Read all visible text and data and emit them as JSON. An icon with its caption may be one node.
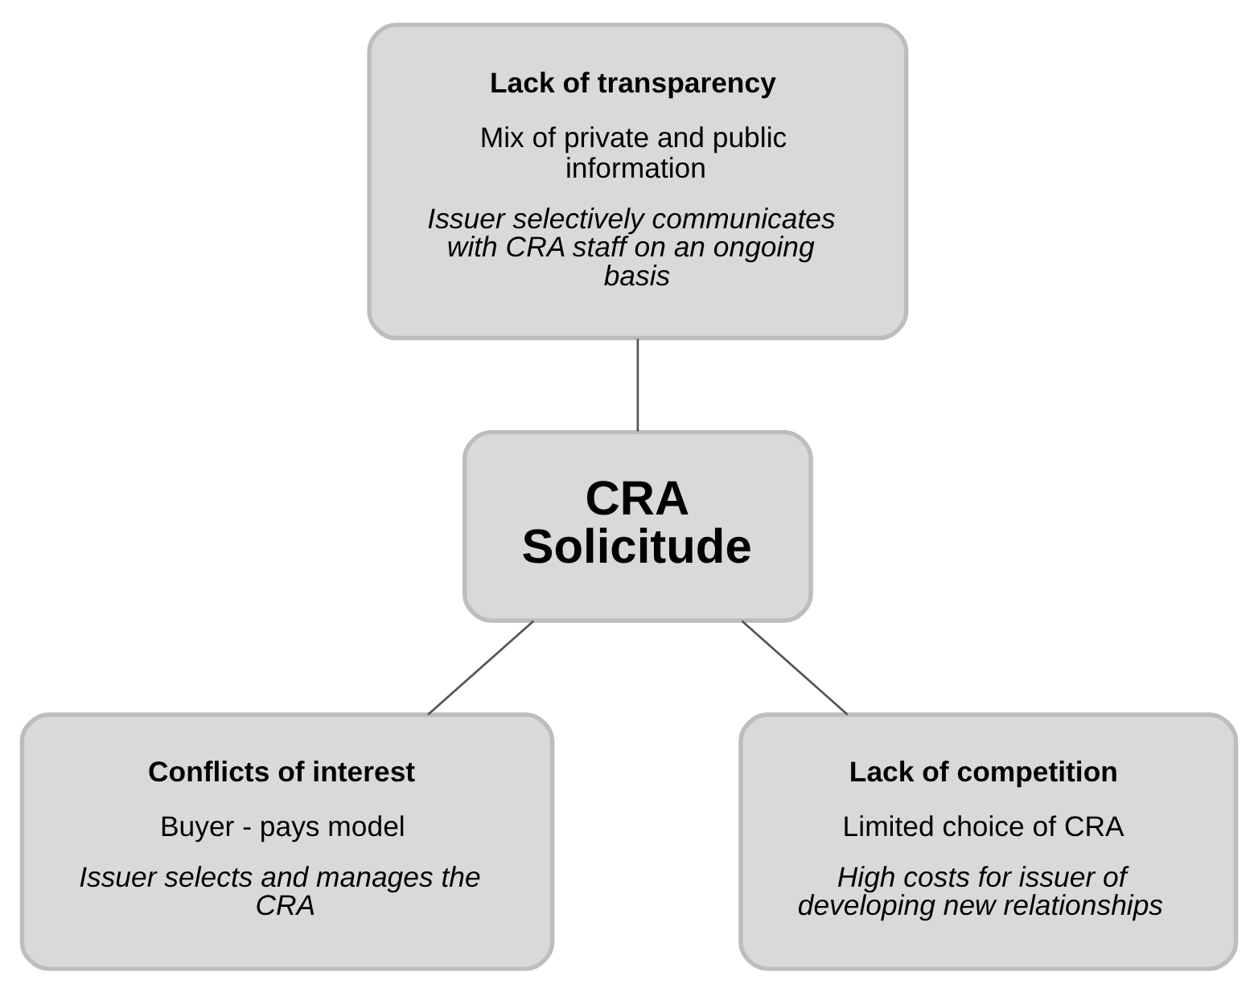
{
  "diagram": {
    "nodes": [
      {
        "text": [
          "Lack of transparency",
          "Mix of private and public information",
          "Issuer selectively communicates with CRA staff on an ongoing basis"
        ]
      },
      {
        "text": [
          "CRA Solicitude"
        ]
      },
      {
        "text": [
          "Conflicts of interest",
          "Buyer - pays model",
          "Issuer selects and manages the CRA"
        ]
      },
      {
        "text": [
          "Lack of competition",
          "Limited choice of CRA",
          "High costs for issuer of developing new relationships"
        ]
      }
    ],
    "edges": [
      {
        "from": 0,
        "to": 1,
        "arrow": "none"
      },
      {
        "from": 1,
        "to": 2,
        "arrow": "none"
      },
      {
        "from": 1,
        "to": 3,
        "arrow": "none"
      }
    ]
  }
}
